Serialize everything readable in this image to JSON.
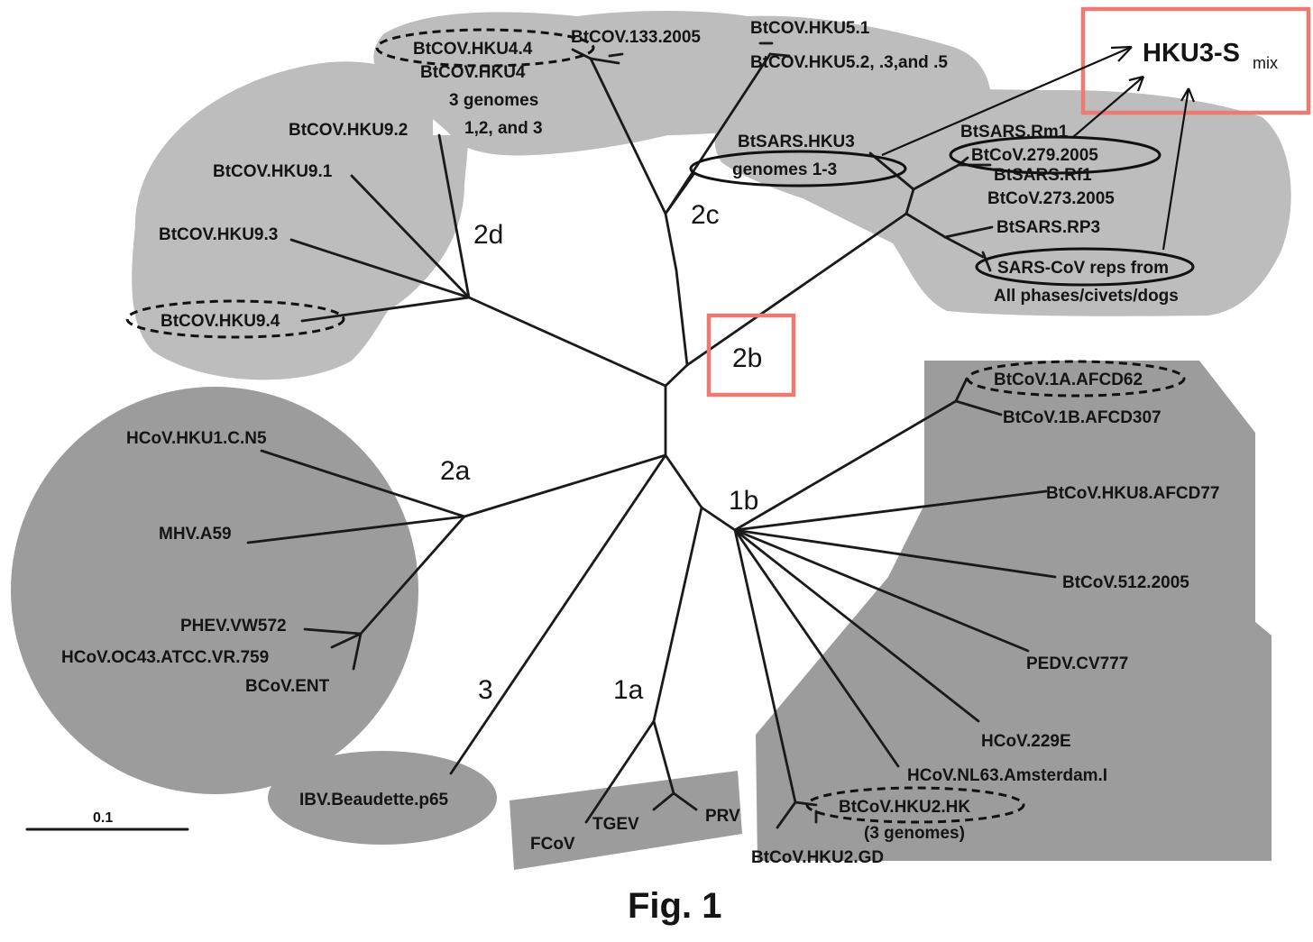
{
  "figure": {
    "caption": "Fig. 1",
    "scale_bar_label": "0.1"
  },
  "highlight": {
    "title": "HKU3-S",
    "title_sub": "mix"
  },
  "clades": {
    "c1a": "1a",
    "c1b": "1b",
    "c2a": "2a",
    "c2b": "2b",
    "c2c": "2c",
    "c2d": "2d",
    "c3": "3"
  },
  "leaves": {
    "hku4_4": "BtCOV.HKU4.4",
    "btcov_133": "BtCOV.133.2005",
    "hku4": "BtCOV.HKU4",
    "hku4_genomes": "3 genomes",
    "hku4_genome_ids": "1,2, and 3",
    "hku5_1": "BtCOV.HKU5.1",
    "hku5_2": "BtCOV.HKU5.2, .3,and .5",
    "hku9_2": "BtCOV.HKU9.2",
    "hku9_1": "BtCOV.HKU9.1",
    "hku9_3": "BtCOV.HKU9.3",
    "hku9_4": "BtCOV.HKU9.4",
    "btsars_hku3": "BtSARS.HKU3",
    "hku3_genomes": "genomes 1-3",
    "btsars_rm1": "BtSARS.Rm1",
    "btcov_279": "BtCoV.279.2005",
    "btsars_rf1": "BtSARS.Rf1",
    "btcov_273": "BtCoV.273.2005",
    "btsars_rp3": "BtSARS.RP3",
    "sars_reps": "SARS-CoV reps from",
    "sars_phases": "All phases/civets/dogs",
    "btcov_1a": "BtCoV.1A.AFCD62",
    "btcov_1b": "BtCoV.1B.AFCD307",
    "btcov_hku8": "BtCoV.HKU8.AFCD77",
    "btcov_512": "BtCoV.512.2005",
    "pedv": "PEDV.CV777",
    "hcov_229e": "HCoV.229E",
    "hcov_nl63": "HCoV.NL63.Amsterdam.I",
    "btcov_hku2_hk": "BtCoV.HKU2.HK",
    "hku2_genomes": "(3 genomes)",
    "btcov_hku2_gd": "BtCoV.HKU2.GD",
    "hcov_hku1": "HCoV.HKU1.C.N5",
    "mhv": "MHV.A59",
    "phev": "PHEV.VW572",
    "hcov_oc43": "HCoV.OC43.ATCC.VR.759",
    "bcov": "BCoV.ENT",
    "ibv": "IBV.Beaudette.p65",
    "fcov": "FCoV",
    "tgev": "TGEV",
    "prv": "PRV"
  }
}
